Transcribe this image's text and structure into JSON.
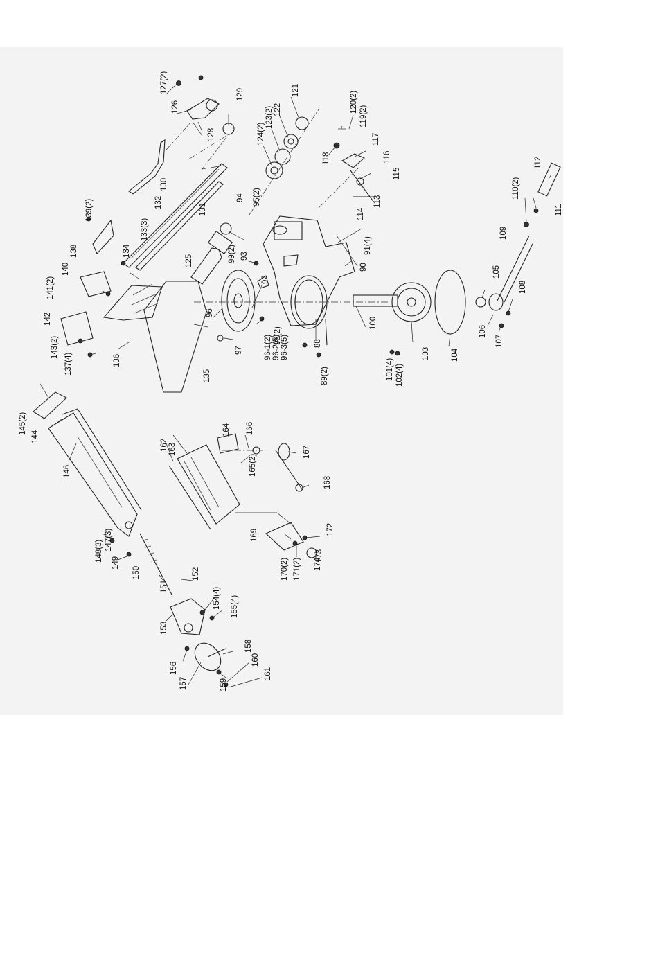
{
  "labels": [
    "127(2)",
    "126",
    "128",
    "129",
    "121",
    "122",
    "123(2)",
    "124(2)",
    "130",
    "132",
    "131",
    "120(2)",
    "119(2)",
    "117",
    "118",
    "116",
    "115",
    "113",
    "114",
    "94",
    "95(2)",
    "91(4)",
    "90",
    "139(2)",
    "138",
    "133(3)",
    "134",
    "125",
    "93",
    "99(2)",
    "92",
    "140",
    "141(2)",
    "96",
    "98(2)",
    "142",
    "143(2)",
    "137(4)",
    "136",
    "135",
    "97",
    "96-1(2)",
    "96-2(5)",
    "96-3(5)",
    "100",
    "88",
    "89(2)",
    "101(4)",
    "102(4)",
    "103",
    "104",
    "105",
    "106",
    "107",
    "108",
    "109",
    "110(2)",
    "111",
    "112",
    "145(2)",
    "144",
    "146",
    "147(3)",
    "148(3)",
    "149",
    "150",
    "151",
    "152",
    "153",
    "154(4)",
    "155(4)",
    "156",
    "157",
    "158",
    "159",
    "160",
    "161",
    "162",
    "163",
    "164",
    "165(2)",
    "166",
    "167",
    "168",
    "169",
    "170(2)",
    "171(2)",
    "172",
    "173",
    "174"
  ]
}
